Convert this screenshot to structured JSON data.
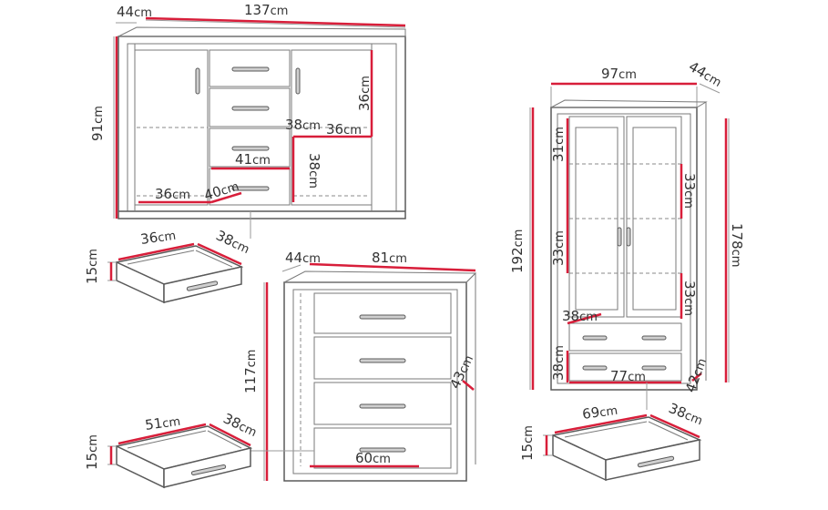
{
  "unit": "cm",
  "sideboard": {
    "width": "137",
    "depth": "44",
    "height": "91",
    "shelf_height": "36",
    "shelf_depth": "38",
    "shelf_width": "36",
    "drawer_opening_width": "41",
    "drawer_opening_height": "38",
    "door_width": "36",
    "door_depth": "40"
  },
  "sideboard_drawer": {
    "width": "36",
    "depth": "38",
    "height": "15"
  },
  "chest": {
    "depth": "44",
    "width": "81",
    "height": "117",
    "side_depth": "43",
    "drawer_width": "60"
  },
  "chest_drawer": {
    "width": "51",
    "depth": "38",
    "height": "15"
  },
  "vitrine": {
    "width": "97",
    "depth": "44",
    "height": "192",
    "inner_height": "178",
    "shelf_top": "31",
    "shelf_mid_left": "33",
    "shelf_mid_right": "33",
    "shelf_bottom_right": "33",
    "bottom_depth": "38",
    "bottom_height": "38",
    "bottom_width": "77",
    "bottom_side": "42"
  },
  "vitrine_drawer": {
    "width": "69",
    "depth": "38",
    "height": "15"
  }
}
